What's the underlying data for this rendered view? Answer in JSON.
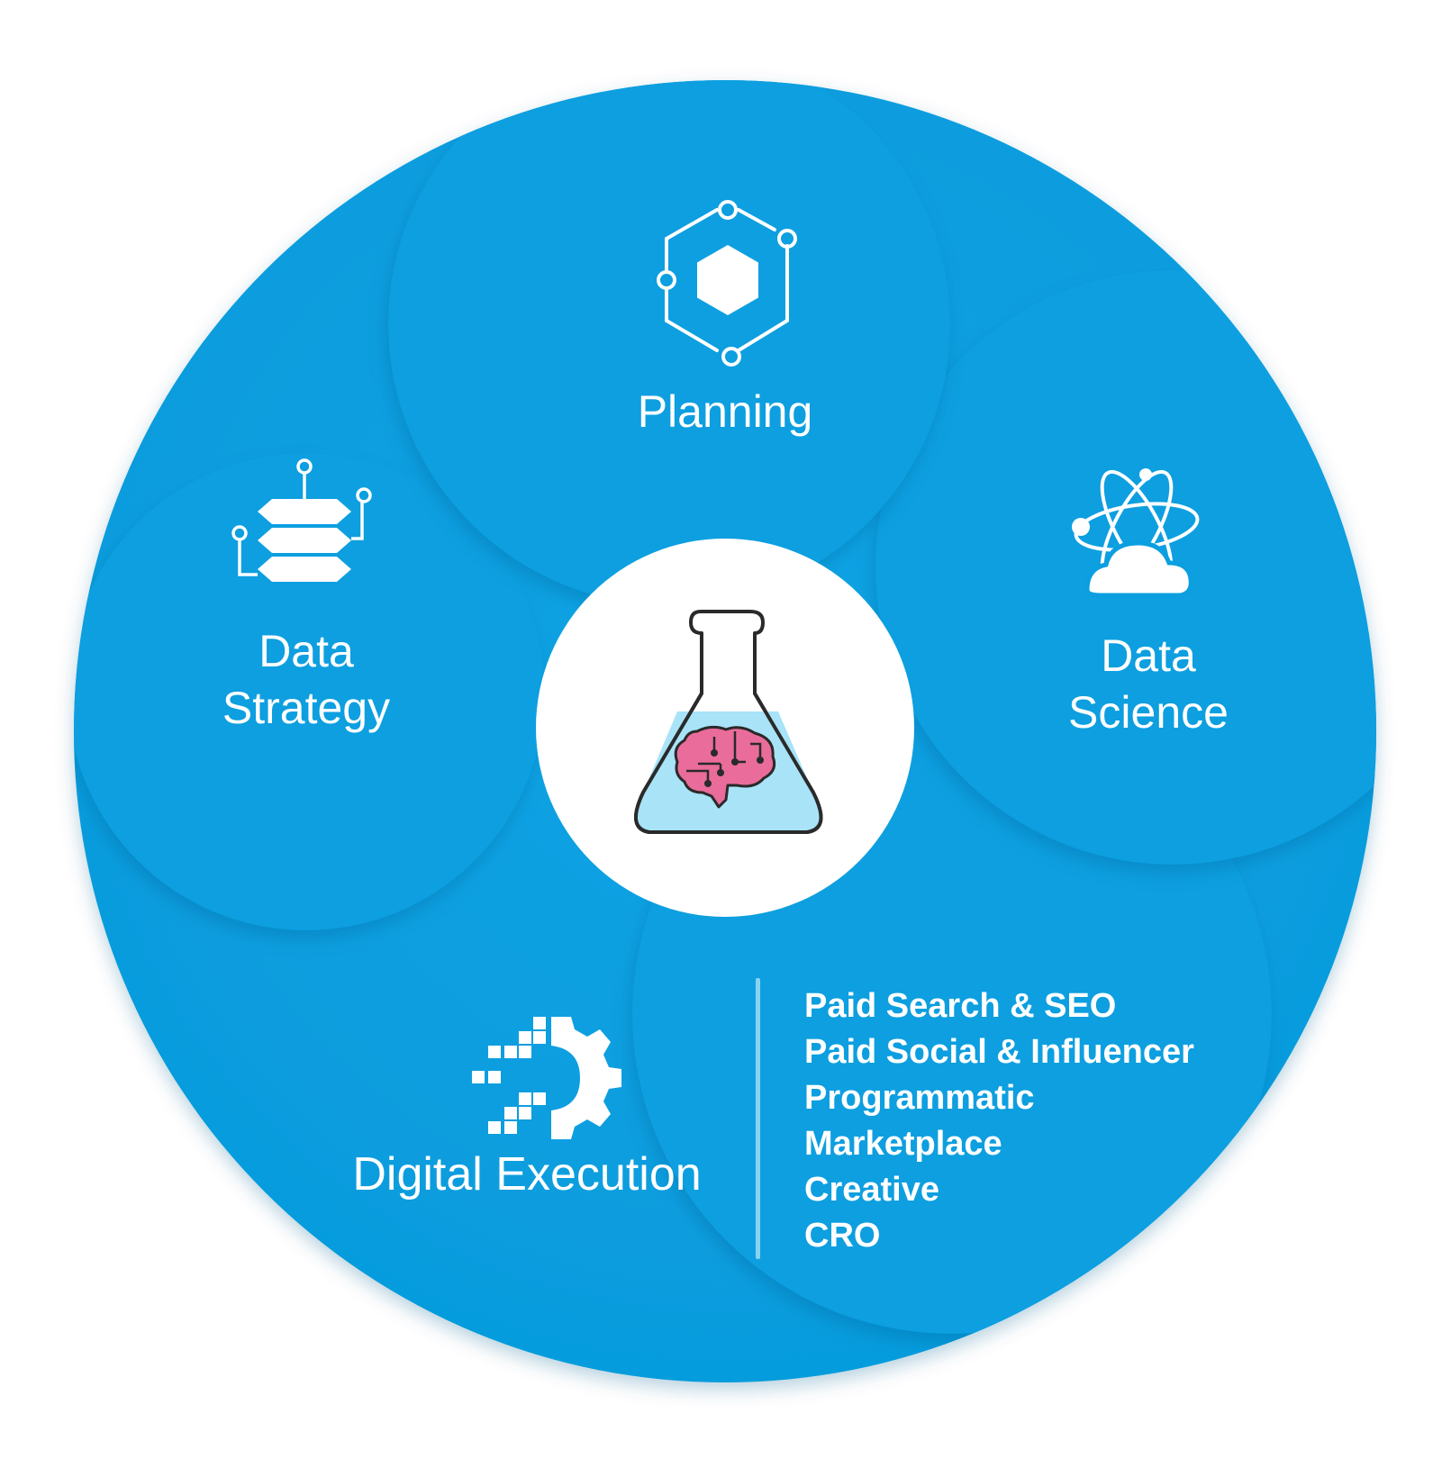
{
  "palette": {
    "main_blue": "#079fe1",
    "lobe_blue": "#0a9fe0",
    "center_white": "#ffffff",
    "flask_liquid": "#a8e3f8",
    "brain_pink": "#ea6c9a",
    "outline_dark": "#2a2a2a",
    "divider": "#89d3f2"
  },
  "center": {
    "icon": "flask-brain-icon"
  },
  "sections": {
    "planning": {
      "label": "Planning",
      "icon": "hexagon-network-icon"
    },
    "data_strategy": {
      "label": "Data\nStrategy",
      "icon": "database-stack-icon"
    },
    "data_science": {
      "label": "Data\nScience",
      "icon": "atom-cloud-icon"
    },
    "digital_execution": {
      "label": "Digital Execution",
      "icon": "pixel-gear-icon",
      "services": [
        "Paid Search & SEO",
        "Paid Social & Influencer",
        "Programmatic",
        "Marketplace",
        "Creative",
        "CRO"
      ]
    }
  }
}
